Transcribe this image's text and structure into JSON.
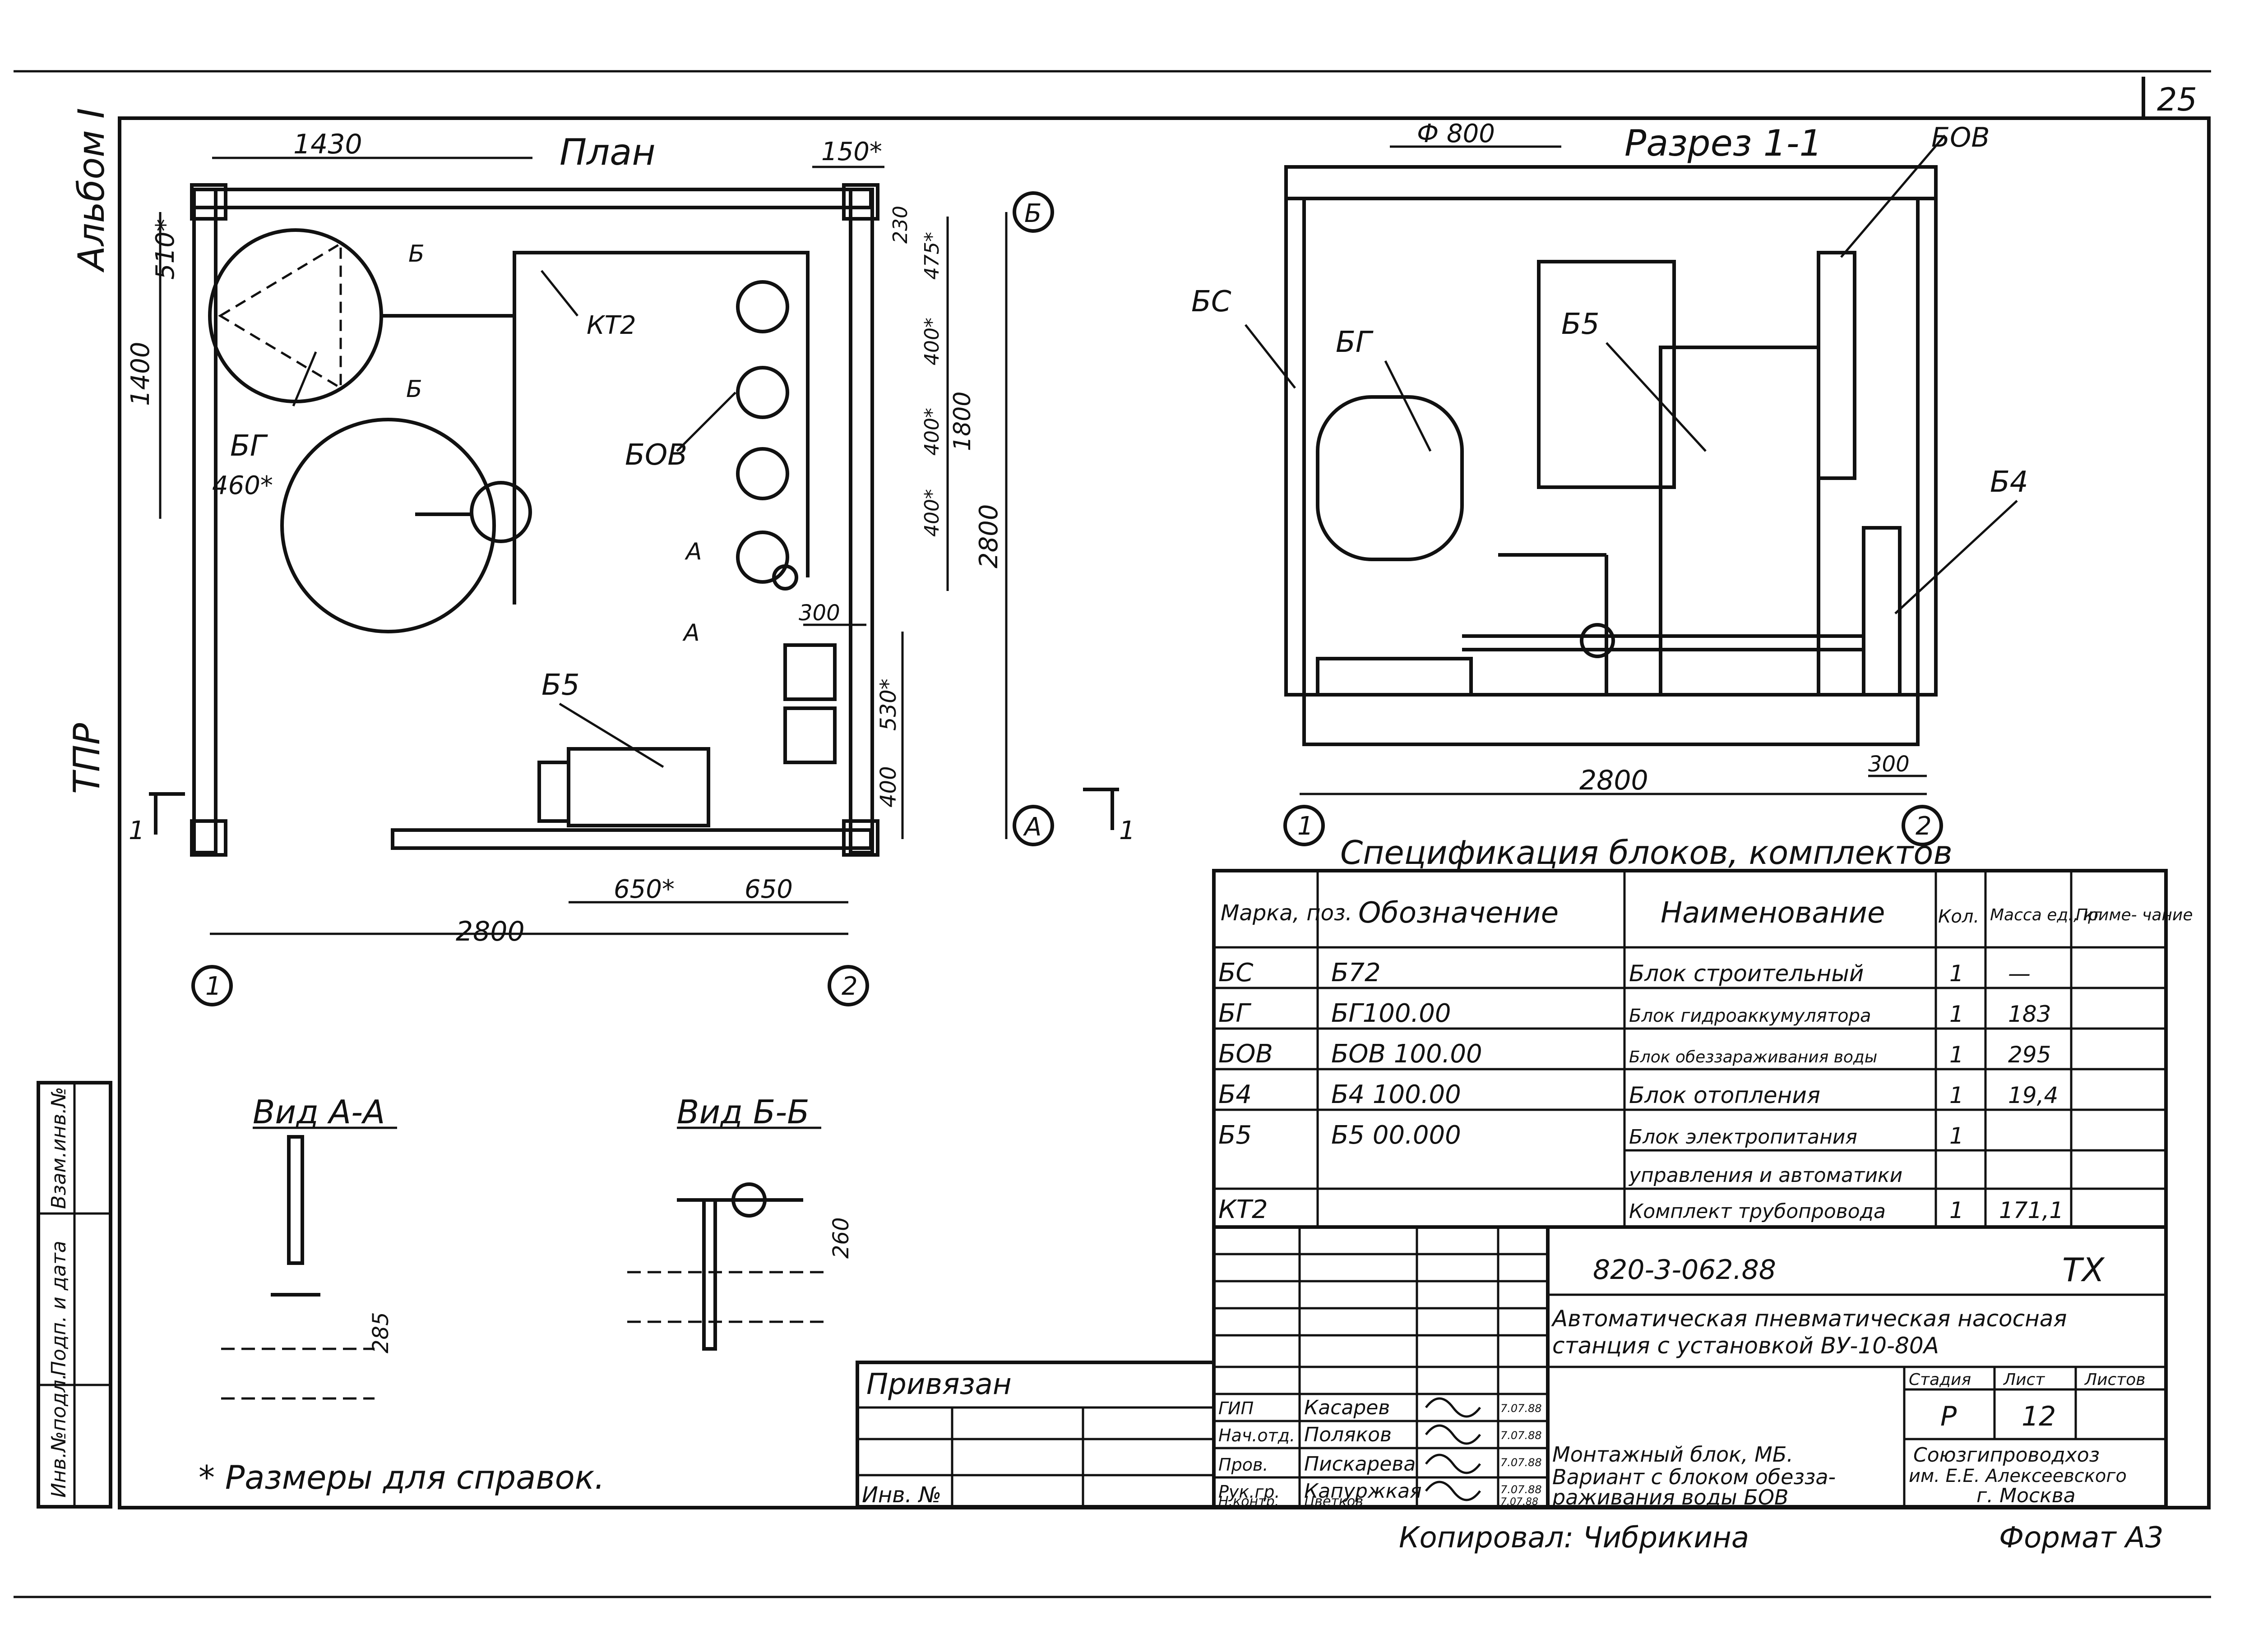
{
  "sheet_number": "25",
  "left_labels": {
    "album": "Альбом I",
    "tpr": "ТПР",
    "stamp_vzam": "Взам.инв.№",
    "stamp_podp": "Подп. и дата",
    "stamp_inv": "Инв.№подл."
  },
  "plan": {
    "title": "План",
    "dim_1430": "1430",
    "dim_150": "150*",
    "dim_510": "510*",
    "dim_1400": "1400",
    "dim_460": "460*",
    "dim_230": "230",
    "dim_475": "475*",
    "dim_400a": "400*",
    "dim_400b": "400*",
    "dim_400c": "400*",
    "dim_1800": "1800",
    "dim_2800v": "2800",
    "dim_300": "300",
    "dim_530": "530*",
    "dim_400d": "400",
    "dim_650a": "650*",
    "dim_650b": "650",
    "dim_2800h": "2800",
    "label_bg": "БГ",
    "label_bov": "БОВ",
    "label_kt2": "КТ2",
    "label_b5": "Б5",
    "sec_b": "Б",
    "sec_a": "А",
    "sec_1": "1",
    "axis_b": "Б",
    "axis_a": "А",
    "axis_1": "1",
    "axis_2": "2"
  },
  "section": {
    "title": "Разрез 1-1",
    "dim_d800": "Ф 800",
    "dim_2800": "2800",
    "dim_300": "300",
    "label_bs": "БС",
    "label_bg": "БГ",
    "label_b5": "Б5",
    "label_bov": "БОВ",
    "label_b4": "Б4",
    "axis_1": "1",
    "axis_2": "2"
  },
  "views": {
    "view_a_title": "Вид А-А",
    "view_b_title": "Вид Б-Б",
    "dim_285": "285",
    "dim_260": "260"
  },
  "note": "* Размеры для справок.",
  "spec": {
    "title": "Спецификация блоков, комплектов",
    "headers": [
      "Марка, поз.",
      "Обозначение",
      "Наименование",
      "Кол.",
      "Масса ед., кг",
      "Приме- чание"
    ],
    "rows": [
      [
        "БС",
        "Б72",
        "Блок строительный",
        "1",
        "—",
        ""
      ],
      [
        "БГ",
        "БГ100.00",
        "Блок гидроаккумулятора",
        "1",
        "183",
        ""
      ],
      [
        "БОВ",
        "БОВ 100.00",
        "Блок обеззараживания воды",
        "1",
        "295",
        ""
      ],
      [
        "Б4",
        "Б4 100.00",
        "Блок отопления",
        "1",
        "19,4",
        ""
      ],
      [
        "Б5",
        "Б5 00.000",
        "Блок электропитания",
        "1",
        "",
        ""
      ],
      [
        "",
        "",
        "управления и автоматики",
        "",
        "",
        ""
      ],
      [
        "КТ2",
        "",
        "Комплект трубопровода",
        "1",
        "171,1",
        ""
      ]
    ]
  },
  "title_block": {
    "doc_code": "820-3-062.88",
    "doc_type": "ТХ",
    "project_title_1": "Автоматическая пневматическая насосная",
    "project_title_2": "станция с установкой ВУ-10-80А",
    "stage_h": "Стадия",
    "sheet_h": "Лист",
    "sheets_h": "Листов",
    "stage": "Р",
    "sheet": "12",
    "drawing_title_1": "Монтажный блок, МБ.",
    "drawing_title_2": "Вариант с блоком обезза-",
    "drawing_title_3": "раживания воды БОВ",
    "org_1": "Союзгипроводхоз",
    "org_2": "им. Е.Е. Алексеевского",
    "org_3": "г. Москва",
    "privyazan": "Привязан",
    "inv_no": "Инв. №",
    "roles": [
      "ГИП",
      "Нач.отд.",
      "Пров.",
      "Рук.гр.",
      "Н.контр."
    ],
    "names": [
      "Касарев",
      "Поляков",
      "Пискарева",
      "Капуржкая",
      "Цветков"
    ],
    "dates": [
      "7.07.88",
      "7.07.88",
      "7.07.88",
      "7.07.88",
      "7.07.88"
    ],
    "copied": "Копировал: Чибрикина",
    "format": "Формат А3"
  }
}
